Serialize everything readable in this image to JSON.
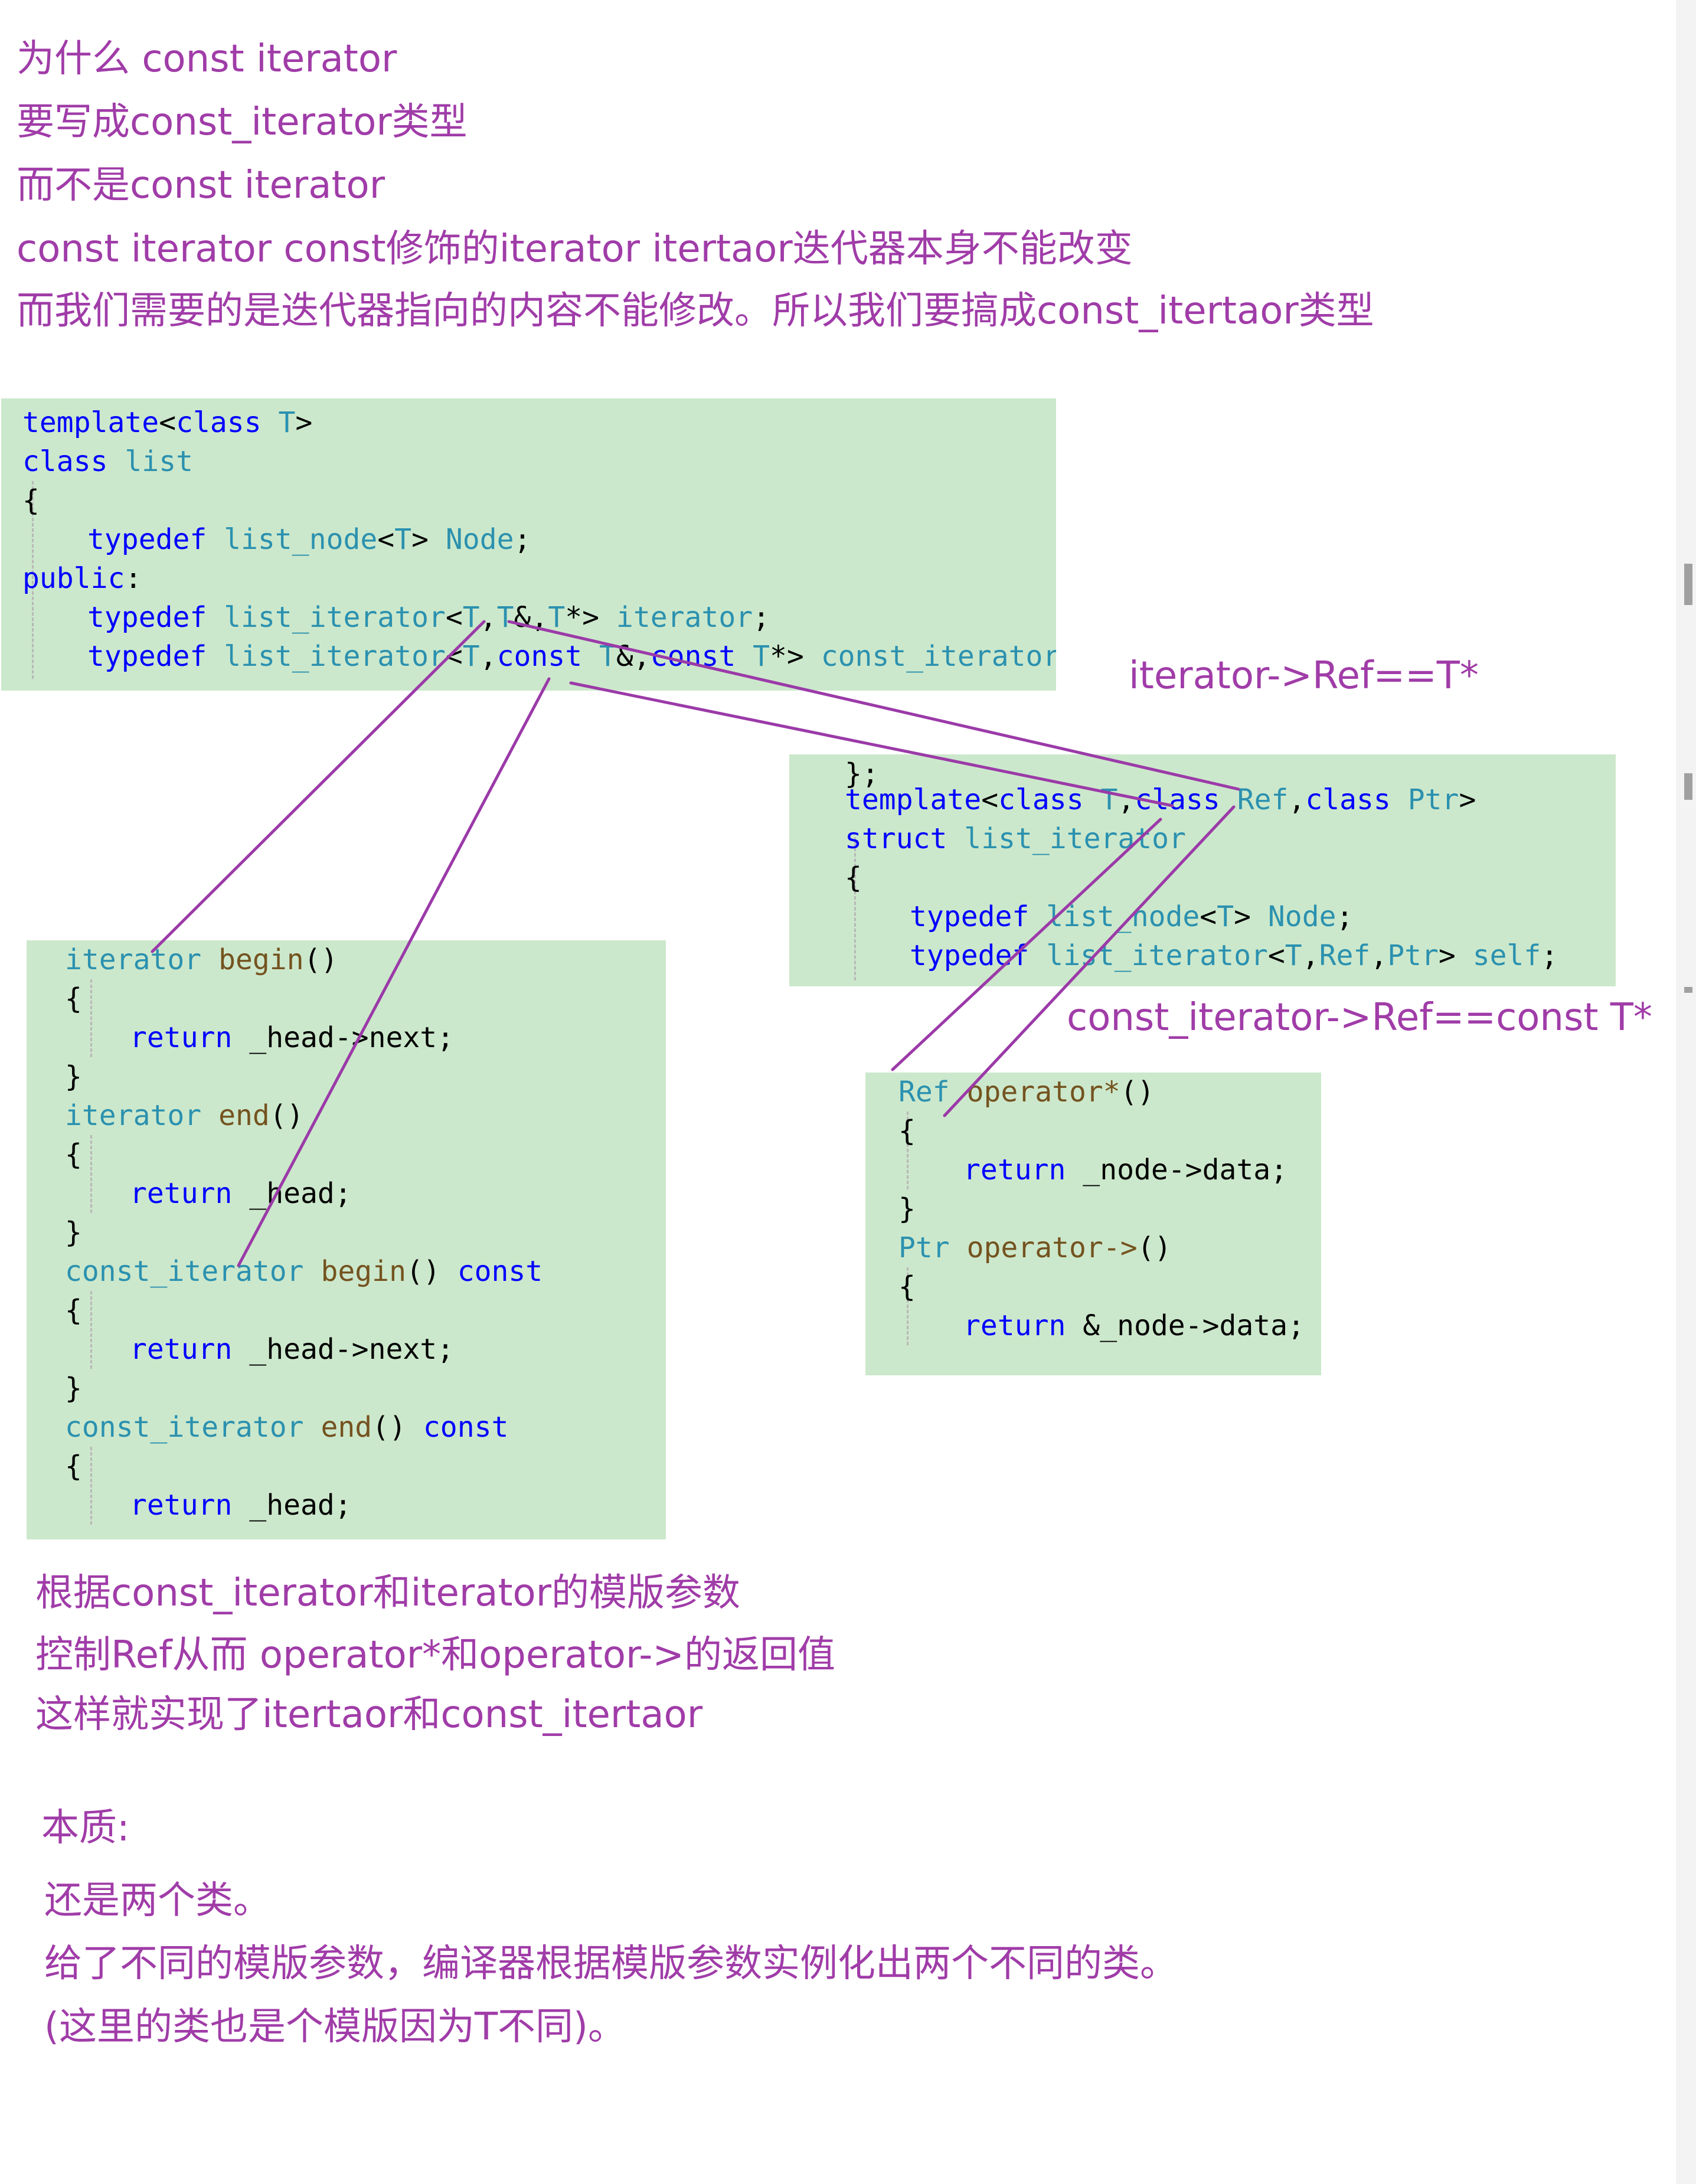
{
  "intro": [
    "为什么 const iterator",
    "要写成const_iterator类型",
    "而不是const iterator",
    "const iterator const修饰的iterator itertaor迭代器本身不能改变",
    "而我们需要的是迭代器指向的内容不能修改。所以我们要搞成const_itertaor类型"
  ],
  "list_code": [
    "template<class T>",
    "class list",
    "{",
    "    typedef list_node<T> Node;",
    "public:",
    "    typedef list_iterator<T,T&,T*> iterator;",
    "    typedef list_iterator<T,const T&,const T*> const_iterator;"
  ],
  "list_iterator_code": [
    "template<class T,class Ref,class Ptr>",
    "struct list_iterator",
    "{",
    "    typedef list_node<T> Node;",
    "    typedef list_iterator<T,Ref,Ptr> self;"
  ],
  "begin_end_code": [
    "iterator begin()",
    "{",
    "    return _head->next;",
    "}",
    "iterator end()",
    "{",
    "    return _head;",
    "}",
    "const_iterator begin() const",
    "{",
    "    return _head->next;",
    "}",
    "const_iterator end() const",
    "{",
    "    return _head;"
  ],
  "operator_code": [
    "Ref operator*()",
    "{",
    "    return _node->data;",
    "}",
    "Ptr operator->()",
    "{",
    "    return &_node->data;"
  ],
  "annotations": {
    "iterator_ref": "iterator->Ref==T*",
    "const_iterator_ref": "const_iterator->Ref==const T*"
  },
  "summary": [
    "根据const_iterator和iterator的模版参数",
    "控制Ref从而 operator*和operator->的返回值",
    "这样就实现了itertaor和const_itertaor"
  ],
  "essence": {
    "heading": "本质:",
    "lines": [
      "还是两个类。",
      "给了不同的模版参数，编译器根据模版参数实例化出两个不同的类。",
      "(这里的类也是个模版因为T不同)。"
    ]
  },
  "colors": {
    "note_text": "#a03ca8",
    "code_background": "#cce8cc",
    "keyword": "#0000ff",
    "type": "#2b91af",
    "function": "#74531f",
    "arrow": "#9b3aa8"
  }
}
